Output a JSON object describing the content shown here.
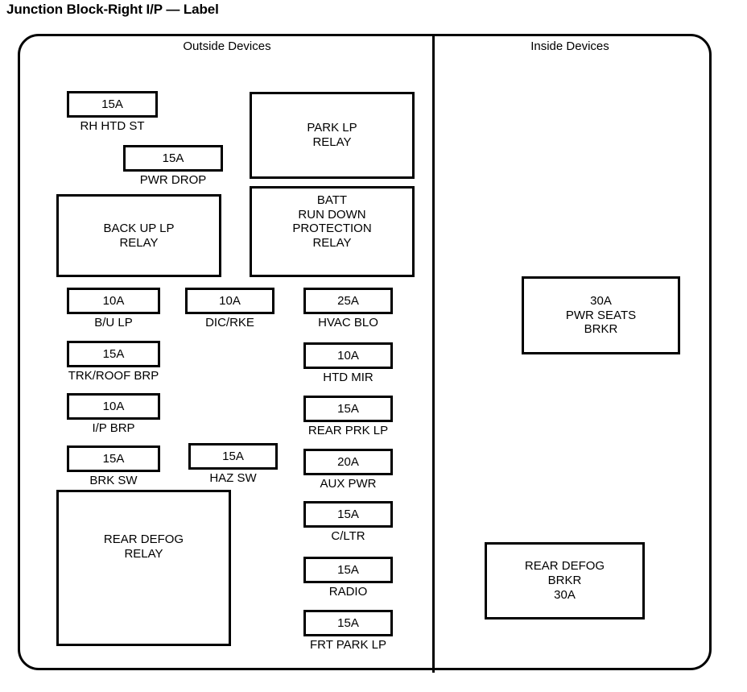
{
  "title": "Junction Block-Right I/P — Label",
  "sections": {
    "outside": {
      "heading": "Outside  Devices"
    },
    "inside": {
      "heading": "Inside  Devices"
    }
  },
  "outside_devices": {
    "fuses": [
      {
        "name": "rh-htd-st",
        "rating": "15A",
        "label": "RH HTD ST"
      },
      {
        "name": "pwr-drop",
        "rating": "15A",
        "label": "PWR DROP"
      },
      {
        "name": "bu-lp",
        "rating": "10A",
        "label": "B/U LP"
      },
      {
        "name": "dic-rke",
        "rating": "10A",
        "label": "DIC/RKE"
      },
      {
        "name": "hvac-blo",
        "rating": "25A",
        "label": "HVAC BLO"
      },
      {
        "name": "trk-roof-brp",
        "rating": "15A",
        "label": "TRK/ROOF BRP"
      },
      {
        "name": "htd-mir",
        "rating": "10A",
        "label": "HTD MIR"
      },
      {
        "name": "ip-brp",
        "rating": "10A",
        "label": "I/P BRP"
      },
      {
        "name": "rear-prk-lp",
        "rating": "15A",
        "label": "REAR PRK LP"
      },
      {
        "name": "brk-sw",
        "rating": "15A",
        "label": "BRK SW"
      },
      {
        "name": "haz-sw",
        "rating": "15A",
        "label": "HAZ SW"
      },
      {
        "name": "aux-pwr",
        "rating": "20A",
        "label": "AUX PWR"
      },
      {
        "name": "c-ltr",
        "rating": "15A",
        "label": "C/LTR"
      },
      {
        "name": "radio",
        "rating": "15A",
        "label": "RADIO"
      },
      {
        "name": "frt-park-lp",
        "rating": "15A",
        "label": "FRT PARK LP"
      }
    ],
    "relays": [
      {
        "name": "park-lp-relay",
        "text": "PARK LP\nRELAY"
      },
      {
        "name": "back-up-lp-relay",
        "text": "BACK UP LP\nRELAY"
      },
      {
        "name": "batt-run-down-protection-relay",
        "text": "BATT\nRUN DOWN\nPROTECTION\nRELAY"
      },
      {
        "name": "rear-defog-relay",
        "text": "REAR DEFOG\nRELAY"
      }
    ]
  },
  "inside_devices": {
    "breakers": [
      {
        "name": "pwr-seats-brkr",
        "text": "30A\nPWR SEATS\nBRKR"
      },
      {
        "name": "rear-defog-brkr",
        "text": "REAR DEFOG\nBRKR\n30A"
      }
    ]
  },
  "colors": {
    "stroke": "#000000",
    "background": "#ffffff"
  }
}
